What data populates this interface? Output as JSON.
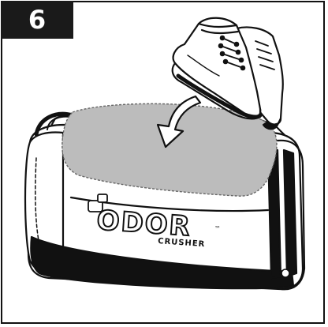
{
  "step": {
    "number": "6"
  },
  "logo": {
    "brand": "ODOR",
    "sub": "CRUSHER",
    "tm": "™"
  },
  "colors": {
    "ink": "#111111",
    "insert_fill": "#bcbcbc",
    "badge_bg": "#1a1a1a"
  },
  "icons": [
    "boots-icon",
    "curved-arrow-icon",
    "duffel-bag-icon",
    "odor-insert-icon"
  ]
}
